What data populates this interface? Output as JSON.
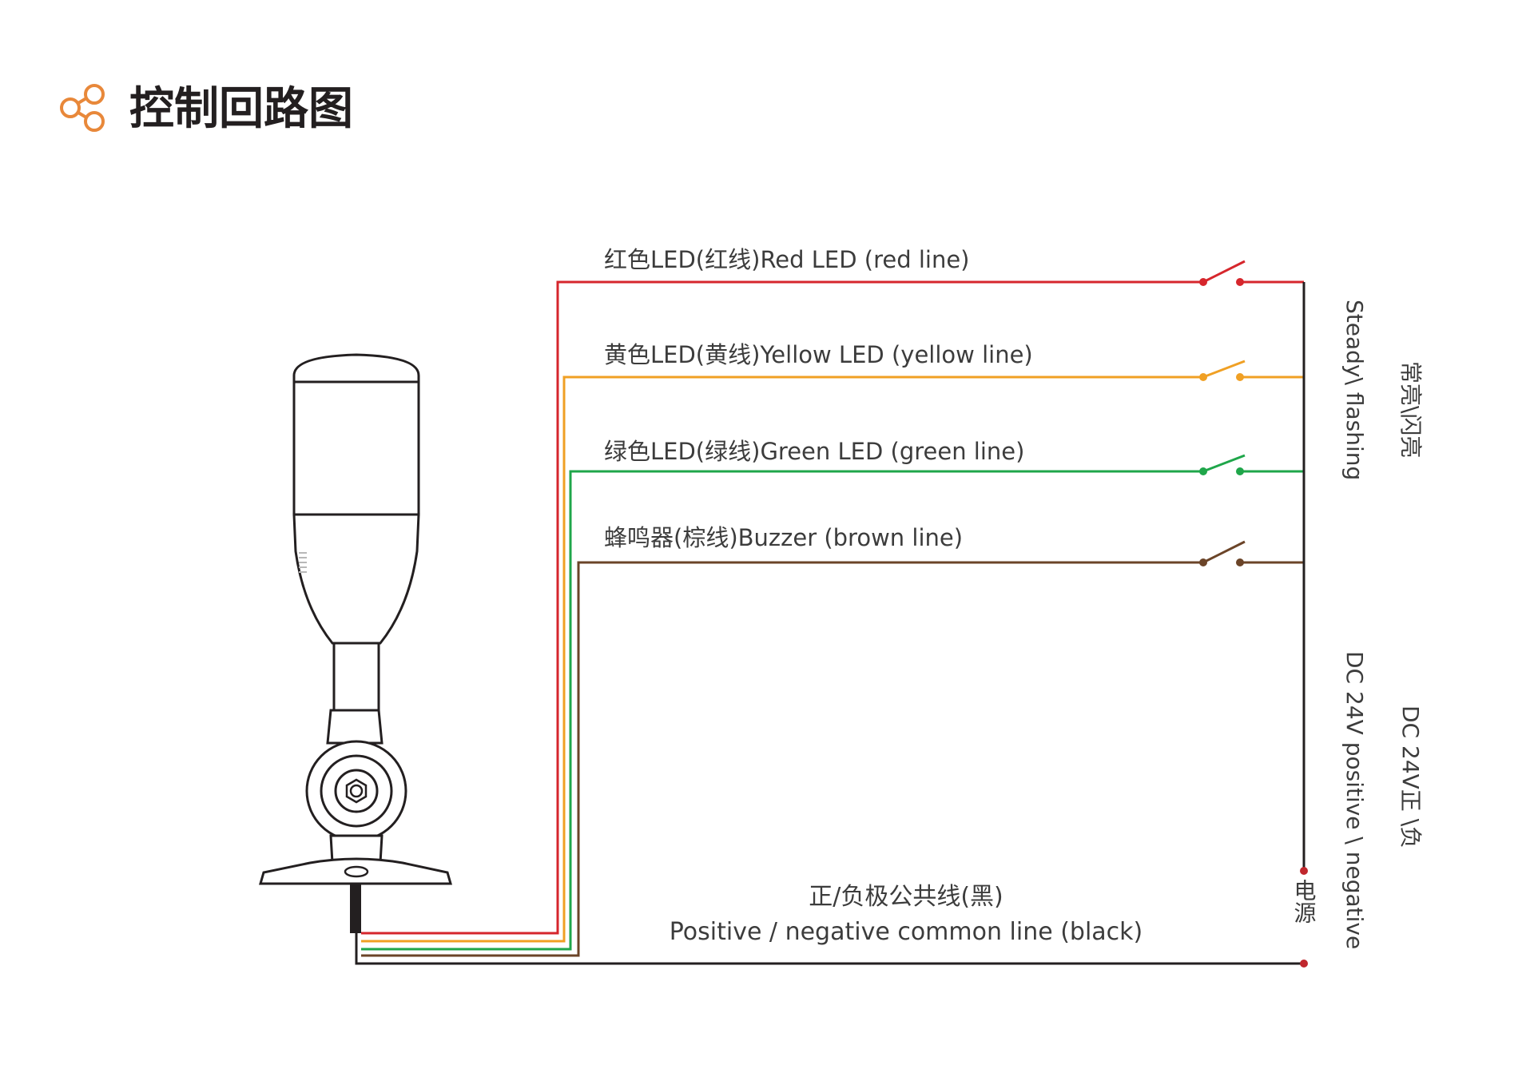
{
  "header": {
    "title": "控制回路图",
    "icon": "share-nodes-icon",
    "accent_color": "#e8883a"
  },
  "wires": [
    {
      "id": "red",
      "label": "红色LED(红线)Red LED (red line)",
      "color": "#d6262c"
    },
    {
      "id": "yellow",
      "label": "黄色LED(黄线)Yellow LED (yellow line)",
      "color": "#f0a024"
    },
    {
      "id": "green",
      "label": "绿色LED(绿线)Green LED (green line)",
      "color": "#1fa64a"
    },
    {
      "id": "brown",
      "label": "蜂鸣器(棕线)Buzzer (brown line)",
      "color": "#6b4428"
    }
  ],
  "common_line": {
    "label_cn": "正/负极公共线(黑)",
    "label_en": "Positive / negative common line (black)",
    "color": "#231f20"
  },
  "mode_labels": {
    "en": "Steady\\ flashing",
    "cn": "常亮\\闪亮"
  },
  "power_labels": {
    "source_cn": "电源",
    "en": "DC 24V positive \\ negative",
    "cn": "DC 24V正 \\负"
  },
  "colors": {
    "dot": "#c0272d",
    "text": "#3c3c3c"
  }
}
